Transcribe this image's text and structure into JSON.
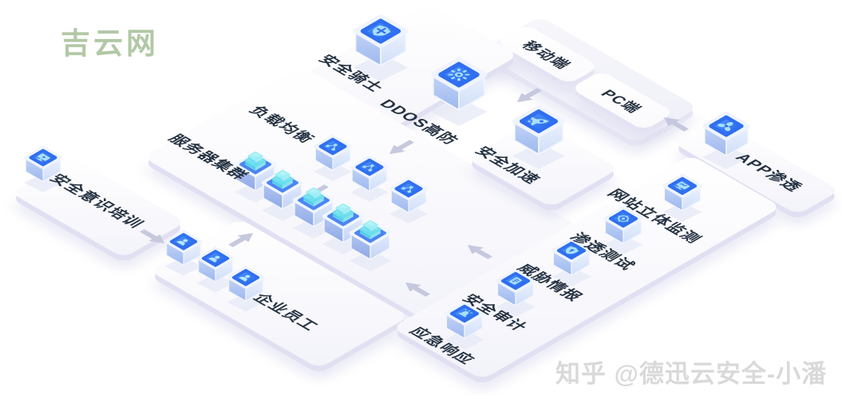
{
  "watermarks": {
    "brand": "吉云网",
    "credit": "知乎 @德迅云安全-小潘"
  },
  "colors": {
    "cube_top_blue": "#2f6ff0",
    "cube_glyph_cyan": "#a8e0fb",
    "tile_face": "#fbfbfe",
    "tile_edge": "#e1e0f2",
    "server_plate_cyan": "#7feaf2",
    "arrow_gray": "#c6c9dd",
    "brand_green": "#b2c8a6",
    "credit_gray": "#d9d9d9",
    "label_dark": "#243140"
  },
  "nodes": {
    "security_knight": {
      "label": "安全骑士",
      "icon": "shield-icon"
    },
    "ddos_protection": {
      "label": "DDOS高防",
      "icon": "burst-icon"
    },
    "mobile_terminal": {
      "label": "移动端"
    },
    "pc_terminal": {
      "label": "PC端"
    },
    "security_acceleration": {
      "label": "安全加速",
      "icon": "rocket-icon"
    },
    "app_penetration": {
      "label": "APP渗透",
      "icon": "fan-icon"
    },
    "security_awareness_training": {
      "label": "安全意识培训",
      "icon": "training-screen-icon"
    },
    "load_balancing": {
      "label": "负载均衡",
      "icon": "network-icon",
      "cube_count": 3
    },
    "server_cluster": {
      "label": "服务器集群",
      "icon": "server-stack-icon",
      "cube_count": 5
    },
    "enterprise_staff": {
      "label": "企业员工",
      "icon": "person-icon",
      "cube_count": 3
    },
    "emergency_response": {
      "label": "应急响应",
      "icon": "alarm-icon"
    },
    "security_audit": {
      "label": "安全审计",
      "icon": "document-icon"
    },
    "threat_intelligence": {
      "label": "威胁情报",
      "icon": "shield-lock-icon"
    },
    "penetration_testing": {
      "label": "渗透测试",
      "icon": "target-icon"
    },
    "website_monitoring": {
      "label": "网站立体监测",
      "icon": "monitor-chart-icon"
    }
  },
  "connections": [
    {
      "from": "terminals_platform",
      "to": "security_acceleration",
      "direction": "down-left"
    },
    {
      "from": "app_penetration",
      "to": "pc_terminal",
      "direction": "up-left"
    },
    {
      "from": "protection_platform",
      "to": "load_balancing",
      "direction": "down-left"
    },
    {
      "from": "load_balancing",
      "to": "server_cluster",
      "direction": "down-left"
    },
    {
      "from": "enterprise_staff",
      "to": "server_cluster",
      "direction": "up-right"
    },
    {
      "from": "security_awareness_training",
      "to": "enterprise_staff",
      "direction": "down-right"
    },
    {
      "from": "security_ops_platform",
      "to": "server_cluster",
      "direction": "up-left"
    },
    {
      "from": "emergency_response",
      "to": "server_cluster",
      "direction": "up-left"
    }
  ]
}
